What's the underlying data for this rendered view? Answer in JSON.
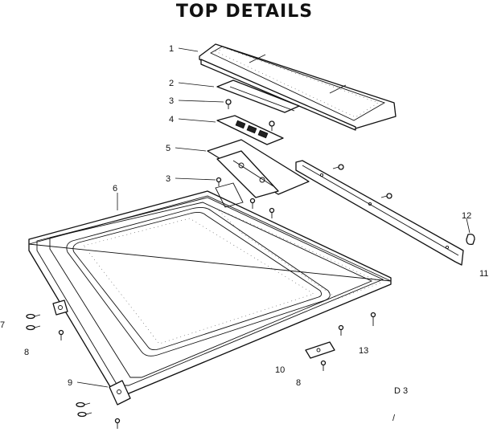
{
  "title": "TOP DETAILS",
  "callouts": {
    "c1": "1",
    "c2": "2",
    "c3a": "3",
    "c4": "4",
    "c5": "5",
    "c3b": "3",
    "c6": "6",
    "c7": "7",
    "c8a": "8",
    "c9": "9",
    "c10": "10",
    "c8b": "8",
    "c11": "11",
    "c12": "12",
    "c13": "13"
  },
  "page_code": "D 3",
  "page_mark": "/"
}
